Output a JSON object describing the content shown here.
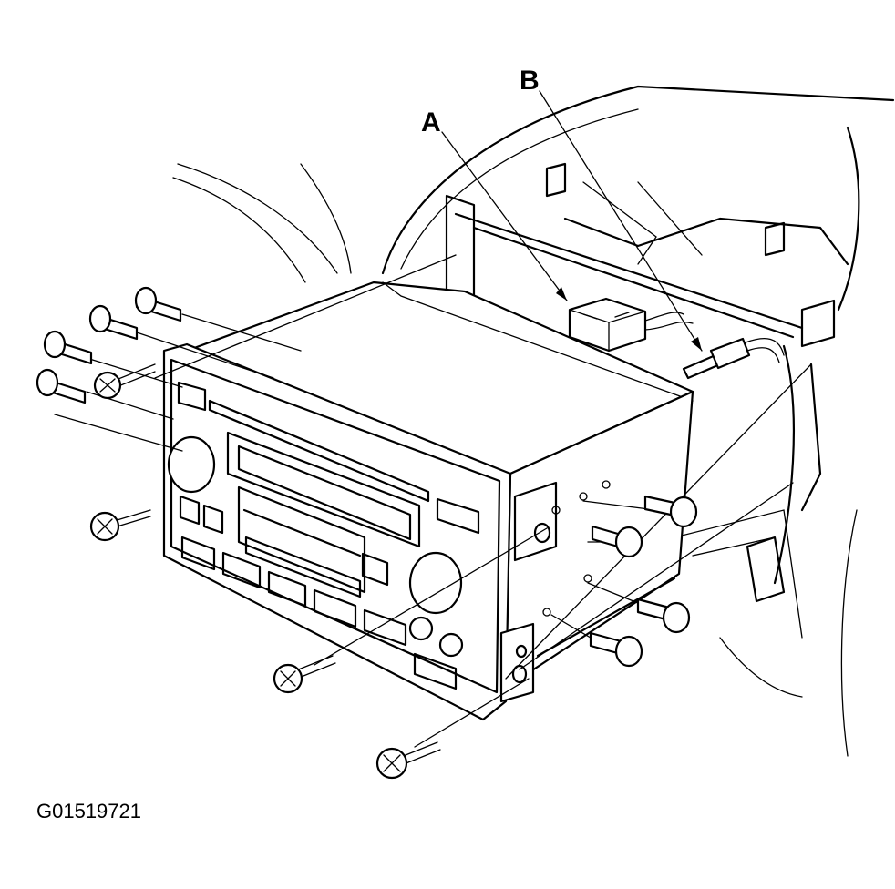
{
  "figure": {
    "callouts": [
      {
        "id": "A",
        "label": "A"
      },
      {
        "id": "B",
        "label": "B"
      }
    ],
    "figure_id": "G01519721"
  }
}
